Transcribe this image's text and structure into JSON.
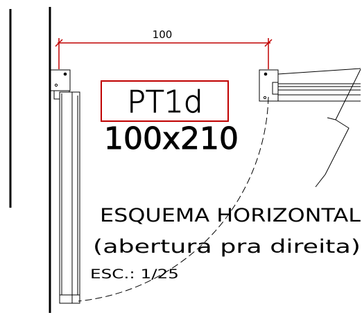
{
  "dimension": {
    "value_label": "100"
  },
  "tag": {
    "code": "PT1d",
    "size": "100x210"
  },
  "caption": {
    "title": "ESQUEMA HORIZONTAL",
    "subtitle": "(abertura pra direita)",
    "scale": "ESC.: 1/25"
  },
  "colors": {
    "dimension": "#c00000",
    "tag_box": "#c00000",
    "ink": "#000000"
  }
}
